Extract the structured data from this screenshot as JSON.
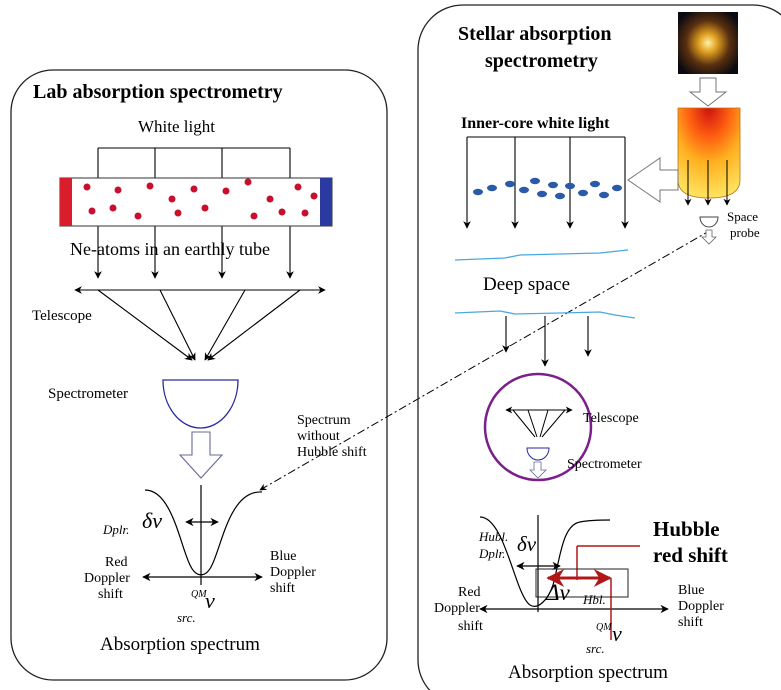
{
  "left_panel": {
    "title": "Lab absorption spectrometry",
    "white_light": "White light",
    "tube_label": "Ne-atoms in an earthly tube",
    "telescope": "Telescope",
    "spectrometer": "Spectrometer",
    "dplr_label": "Dplr.",
    "delta_nu": "δν",
    "red_shift": [
      "Red",
      "Doppler",
      "shift"
    ],
    "blue_shift": [
      "Blue",
      "Doppler",
      "shift"
    ],
    "qm_label": "QM",
    "nu_label": "ν",
    "src_label": "src.",
    "absorption": "Absorption spectrum"
  },
  "center_note": [
    "Spectrum",
    "without",
    "Hubble shift"
  ],
  "right_panel": {
    "title": [
      "Stellar absorption",
      "spectrometry"
    ],
    "inner_core": "Inner-core white light",
    "space_probe": [
      "Space",
      "probe"
    ],
    "deep_space": "Deep space",
    "telescope": "Telescope",
    "spectrometer": "Spectrometer",
    "hubl_label": "Hubl.",
    "dplr_label": "Dplr.",
    "delta_nu": "δν",
    "hubble_red_shift": [
      "Hubble",
      "red shift"
    ],
    "big_delta_nu": "Δν",
    "hbl_label": "Hbl.",
    "red_shift": [
      "Red",
      "Doppler",
      "shift"
    ],
    "blue_shift": [
      "Blue",
      "Doppler",
      "shift"
    ],
    "qm_label": "QM",
    "nu_label": "ν",
    "src_label": "src.",
    "absorption": "Absorption spectrum"
  },
  "colors": {
    "atom_red": "#c8102e",
    "tube_red_end": "#d81e2c",
    "tube_blue_end": "#2b3aa0",
    "gas_blue": "#2a5aa8",
    "deep_space_line": "#4aa8e0",
    "circle_purple": "#7b1f8a",
    "hubble_red": "#b01818",
    "spectrometer_blue": "#2a2aa0"
  }
}
